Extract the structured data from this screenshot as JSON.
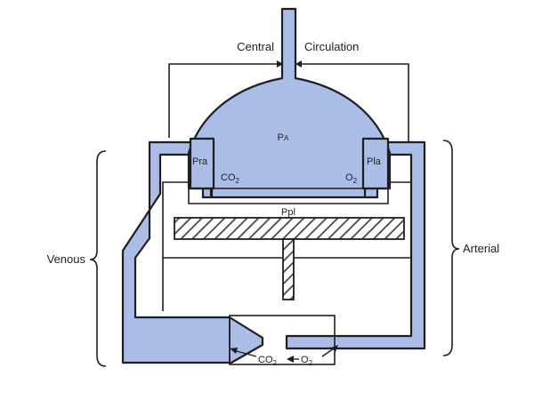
{
  "labels": {
    "central": "Central",
    "circulation": "Circulation",
    "alveolar_pressure_main": "P",
    "alveolar_pressure_sub": "A",
    "right_atrial_pressure": "Pra",
    "left_atrial_pressure": "Pla",
    "co2_main": "CO",
    "co2_sub": "2",
    "o2_main": "O",
    "o2_sub": "2",
    "pleural_pressure": "Ppl",
    "venous": "Venous",
    "arterial": "Arterial",
    "exchange_co2_main": "CO",
    "exchange_co2_sub": "2",
    "exchange_o2_main": "O",
    "exchange_o2_sub": "2"
  },
  "colors": {
    "blood": "#a9bde6",
    "outline": "#1e1e1e",
    "background": "#ffffff"
  }
}
